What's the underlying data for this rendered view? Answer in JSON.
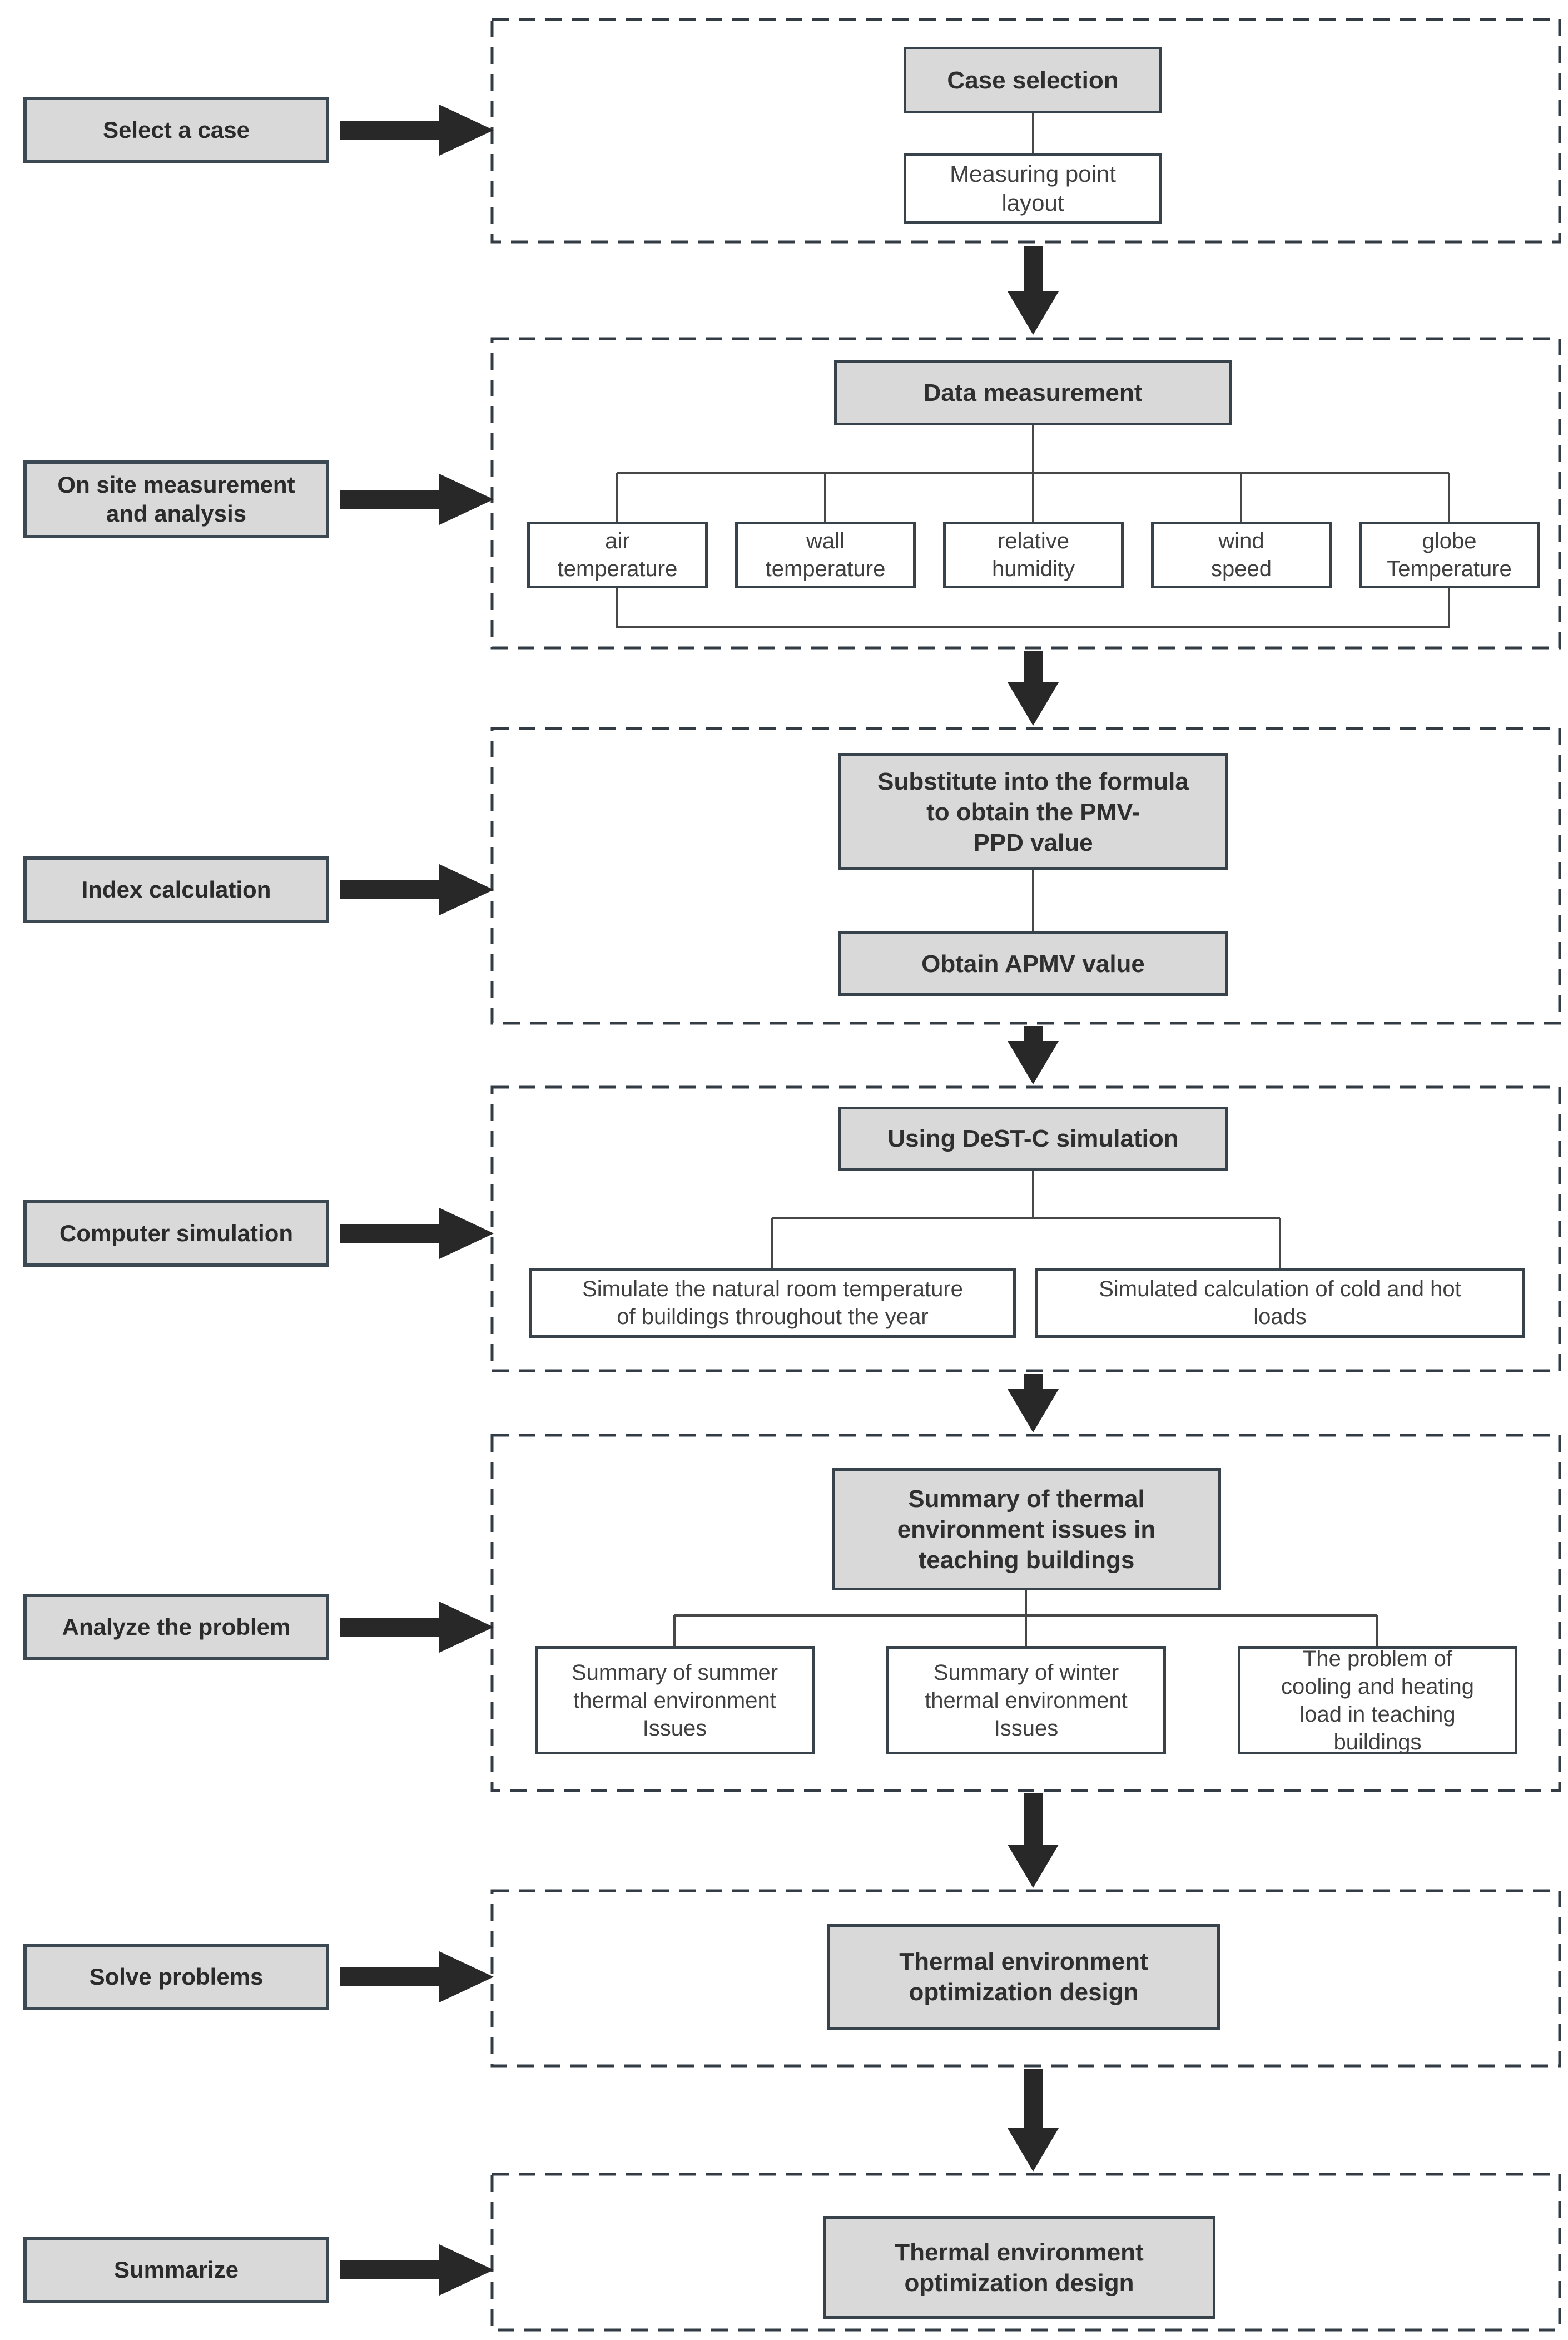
{
  "colors": {
    "node_fill_gray": "#d9d9d9",
    "node_fill_white": "#ffffff",
    "node_border": "#37424b",
    "dashed_border": "#333c44",
    "connector": "#474747",
    "arrow": "#282828",
    "background": "#ffffff"
  },
  "stages": [
    {
      "label": "Select a case",
      "head": "Case selection",
      "children": [
        "Measuring point\nlayout"
      ]
    },
    {
      "label": "On site measurement\nand analysis",
      "head": "Data measurement",
      "children": [
        "air\ntemperature",
        "wall\ntemperature",
        "relative\nhumidity",
        "wind\nspeed",
        "globe\nTemperature"
      ]
    },
    {
      "label": "Index calculation",
      "head": "Substitute into the formula\nto obtain the PMV-\nPPD value",
      "children": [
        "Obtain APMV value"
      ]
    },
    {
      "label": "Computer simulation",
      "head": "Using DeST-C simulation",
      "children": [
        "Simulate the natural room temperature\nof buildings throughout the year",
        "Simulated calculation of cold and hot\nloads"
      ]
    },
    {
      "label": "Analyze the problem",
      "head": "Summary of thermal\nenvironment issues in\nteaching buildings",
      "children": [
        "Summary of summer\nthermal environment\nIssues",
        "Summary of winter\nthermal environment\nIssues",
        "The problem of\ncooling and heating\nload in teaching\nbuildings"
      ]
    },
    {
      "label": "Solve problems",
      "head": "Thermal environment\noptimization design",
      "children": []
    },
    {
      "label": "Summarize",
      "head": "Thermal environment\noptimization design",
      "children": []
    }
  ]
}
